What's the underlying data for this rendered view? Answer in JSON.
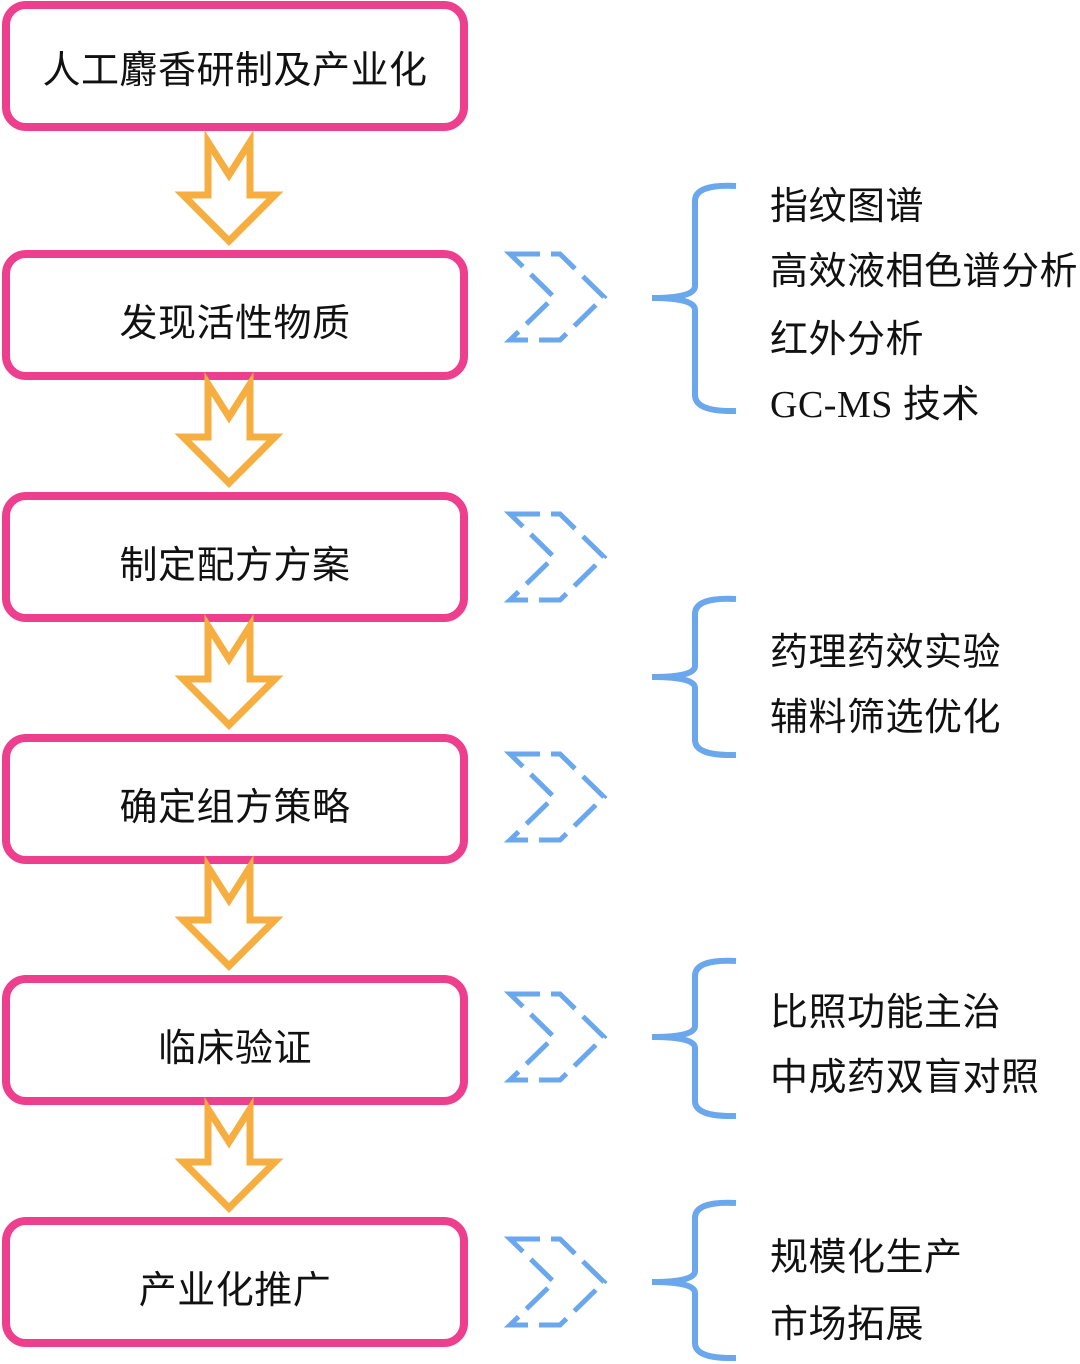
{
  "flowchart": {
    "steps": [
      {
        "label": "人工麝香研制及产业化"
      },
      {
        "label": "发现活性物质"
      },
      {
        "label": "制定配方方案"
      },
      {
        "label": "确定组方策略"
      },
      {
        "label": "临床验证"
      },
      {
        "label": "产业化推广"
      }
    ],
    "detail_groups": [
      {
        "items": [
          "指纹图谱",
          "高效液相色谱分析",
          "红外分析",
          "GC-MS 技术"
        ]
      },
      {
        "items": [
          "药理药效实验",
          "辅料筛选优化"
        ]
      },
      {
        "items": [
          "比照功能主治",
          "中成药双盲对照"
        ]
      },
      {
        "items": [
          "规模化生产",
          "市场拓展"
        ]
      }
    ],
    "icons": {
      "step_connector": "hollow-down-arrow",
      "detail_pointer": "dashed-chevron-right",
      "group_bracket": "left-curly-brace"
    },
    "colors": {
      "step_border": "#EE3E8E",
      "down_arrow": "#F6AE40",
      "chevron_and_brace": "#6AA7EC",
      "text": "#111111"
    }
  }
}
